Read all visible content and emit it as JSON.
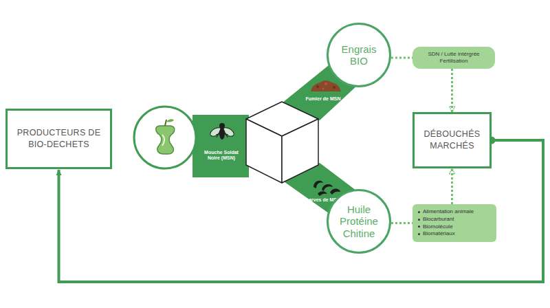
{
  "diagram": {
    "nodes": [
      {
        "text": [
          "PRODUCTEURS DE BIO-DECHETS"
        ]
      },
      {
        "text": [
          "Mouche Soldat Noire (MSN)"
        ]
      },
      {
        "text": [
          "Engrais BIO"
        ]
      },
      {
        "text": [
          "Fumier de MSN"
        ]
      },
      {
        "text": [
          "SDN / Lutte intérgrée Fertilisation"
        ]
      },
      {
        "text": [
          "DÉBOUCHÉS MARCHÉS"
        ]
      },
      {
        "text": [
          "Larves de MSN"
        ]
      },
      {
        "text": [
          "Huile Protéine Chitine"
        ]
      },
      {
        "text": [
          "Alimentation animale",
          "Biocarburant",
          "Biomolécule",
          "Biomatériaux"
        ]
      }
    ],
    "edges": [
      {
        "from": 2,
        "to": 4,
        "arrow": "none"
      },
      {
        "from": 4,
        "to": 5,
        "arrow": "to"
      },
      {
        "from": 7,
        "to": 8,
        "arrow": "none"
      },
      {
        "from": 8,
        "to": 5,
        "arrow": "to"
      },
      {
        "from": 5,
        "to": 0,
        "arrow": "to"
      }
    ]
  }
}
